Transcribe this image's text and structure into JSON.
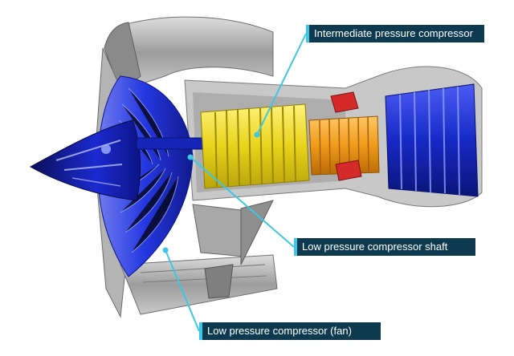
{
  "diagram": {
    "subject": "jet-engine-cutaway",
    "callouts": [
      {
        "id": "ipc",
        "label": "Intermediate pressure compressor"
      },
      {
        "id": "shaft",
        "label": "Low pressure compressor shaft"
      },
      {
        "id": "fan",
        "label": "Low pressure compressor (fan)"
      }
    ]
  },
  "colors": {
    "callout_bg": "#0e3a4f",
    "callout_text": "#ffffff",
    "leader_line": "#3ec6e6",
    "fan_blue": "#1f2fd6",
    "ipc_yellow": "#f2e227",
    "hpc_orange": "#f0a524",
    "combustor_red": "#d42a2a",
    "casing_gray": "#a9a9a9"
  }
}
